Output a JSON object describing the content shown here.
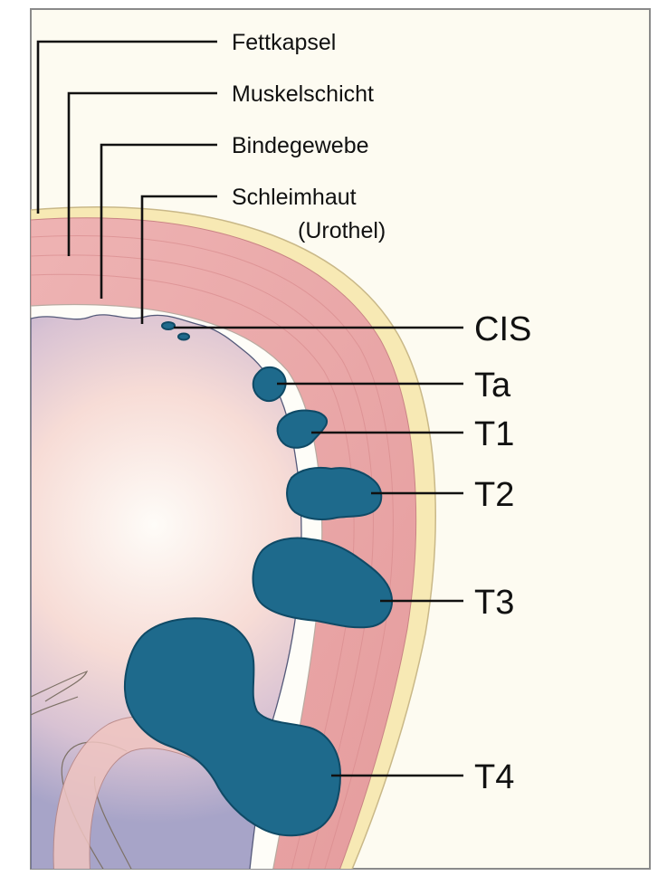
{
  "layer_labels": {
    "fat_capsule": "Fettkapsel",
    "muscle_layer": "Muskelschicht",
    "connective_tissue": "Bindegewebe",
    "mucosa": "Schleimhaut",
    "mucosa_note": "(Urothel)"
  },
  "stage_labels": {
    "cis": "CIS",
    "ta": "Ta",
    "t1": "T1",
    "t2": "T2",
    "t3": "T3",
    "t4": "T4"
  },
  "colors": {
    "frame": "#8a8a8a",
    "background": "#fdfbf1",
    "fat": "#f7e9b4",
    "muscle": "#eaa6a6",
    "connective": "#fefdf8",
    "lumen_shadow": "#a7a4c8",
    "lumen_glow": "#fcfaf5",
    "tumor": "#1e6a8c",
    "tumor_edge": "#0f4a66",
    "line": "#111111"
  }
}
